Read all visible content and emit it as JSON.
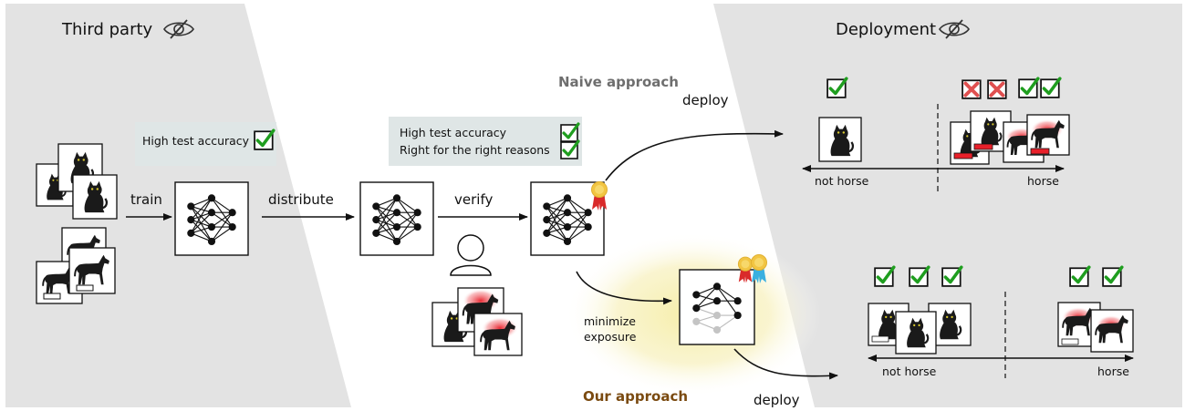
{
  "panels": {
    "third_party": "Third party",
    "deployment": "Deployment"
  },
  "labels": {
    "train": "train",
    "distribute": "distribute",
    "verify": "verify",
    "deploy_top": "deploy",
    "deploy_bottom": "deploy",
    "minimize_line1": "minimize",
    "minimize_line2": "exposure",
    "naive_approach": "Naive approach",
    "our_approach": "Our approach"
  },
  "boxes": {
    "third_party_box": "High test accuracy",
    "verify_box_line1": "High test accuracy",
    "verify_box_line2": "Right for the right reasons"
  },
  "axes": {
    "top_left": "not horse",
    "top_right": "horse",
    "bottom_left": "not horse",
    "bottom_right": "horse"
  },
  "icons": {
    "eye_slash": "eye-slash-icon",
    "check": "check-icon",
    "cross": "cross-icon",
    "ribbon": "award-ribbon-icon",
    "person": "person-icon",
    "cat": "cat-icon",
    "horse": "horse-icon",
    "neural_net": "neural-network-icon"
  },
  "colors": {
    "panel_bg": "#e3e3e3",
    "check_green": "#1f9e1f",
    "cross_red": "#e05050",
    "glow_yellow": "#f7f0b8",
    "box_bg": "#dfe6e6",
    "saliency_red": "#e8202a",
    "ribbon_red": "#d92a2a",
    "ribbon_blue": "#3ab0e0",
    "medal_gold": "#f2c542"
  }
}
